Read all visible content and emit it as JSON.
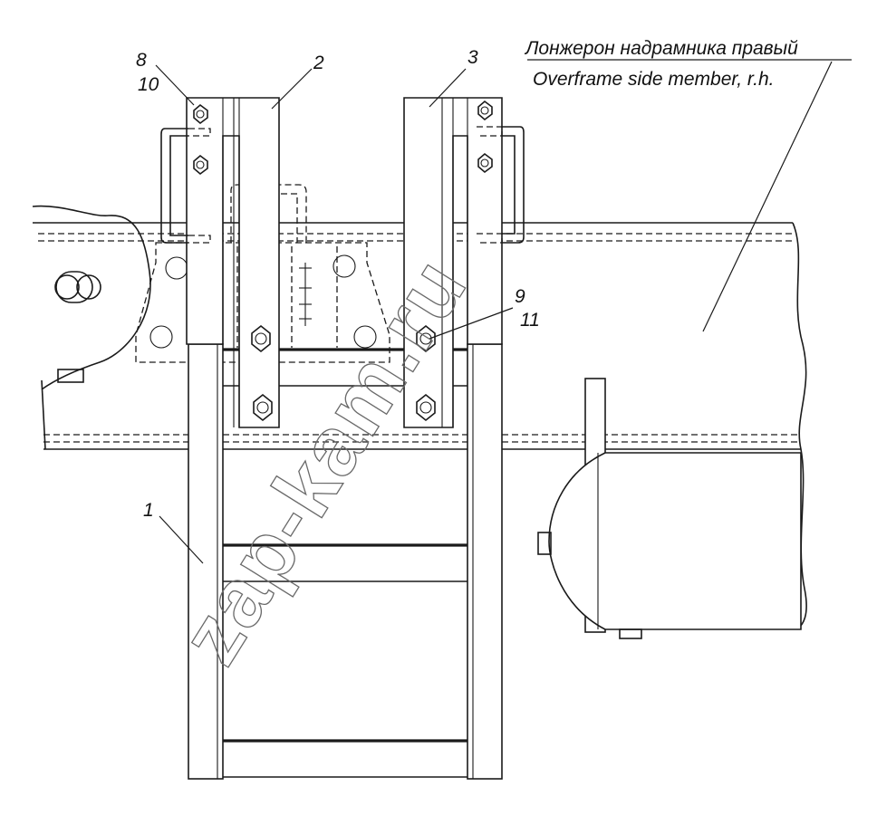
{
  "callouts": {
    "c1": "1",
    "c2": "2",
    "c3": "3",
    "c8": "8",
    "c10": "10",
    "c9": "9",
    "c11": "11"
  },
  "member_label": {
    "ru": "Лонжерон надрамника правый",
    "en": "Overframe side member, r.h."
  },
  "watermark": "zap-kam.ru"
}
